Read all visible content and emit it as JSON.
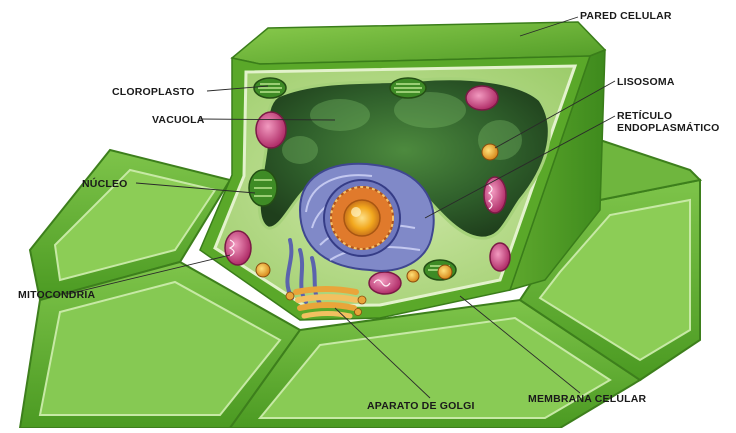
{
  "labels": {
    "pared_celular": "PARED CELULAR",
    "cloroplasto": "CLOROPLASTO",
    "vacuola": "VACUOLA",
    "nucleo": "NÚCLEO",
    "mitocondria": "MITOCONDRIA",
    "lisosoma": "LISOSOMA",
    "reticulo_line1": "RETÍCULO",
    "reticulo_line2": "ENDOPLASMÁTICO",
    "membrana_celular": "MEMBRANA CELULAR",
    "aparato_golgi": "APARATO DE GOLGI"
  },
  "colors": {
    "cell_wall": "#5fae2a",
    "cytoplasm": "#b4d98a",
    "vacuole": "#2f5e2a",
    "nucleus_envelope": "#7f86c8",
    "nucleolus": "#f2a81e",
    "lysosome": "#c3407a",
    "mitochondria": "#d9487f",
    "golgi": "#e9a53a",
    "label_text": "#1a1a1a"
  }
}
